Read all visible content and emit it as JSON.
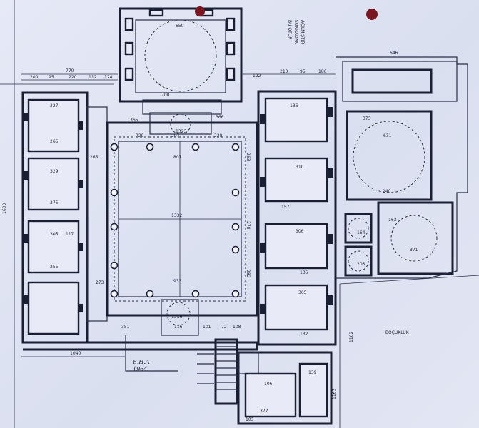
{
  "labels": {
    "note_line1": "BU OTUR",
    "note_line2": "SONRADAN",
    "note_line3": "AÇILMIŞTIR",
    "garden": "BOÇUKLUK",
    "signature_initials": "E.H.A",
    "signature_year": "1964"
  },
  "dimensions": {
    "top_dome_room": "650",
    "top_room_width": "700",
    "upper_band_total": "770",
    "upper_band_a": "200",
    "upper_band_b": "95",
    "upper_band_c": "220",
    "upper_band_d": "112",
    "upper_band_e": "124",
    "right_band_a": "122",
    "right_band_b": "210",
    "right_band_c": "95",
    "right_band_d": "186",
    "courtyard_width": "807",
    "courtyard_span": "1332",
    "courtyard_bottom": "933",
    "portico_top": "229",
    "portico_top_2": "207",
    "portico_top_3": "228",
    "entrance_block": "365",
    "entrance_block_2": "366",
    "entrance_mid": "1323",
    "entrance_fountain": "1386",
    "left_total_height": "1600",
    "left_cell_1": "265",
    "left_cell_2": "329",
    "left_cell_3": "275",
    "left_cell_4": "305",
    "left_cell_5": "255",
    "left_cell_6": "117",
    "left_cell_top": "227",
    "west_gallery": "265",
    "west_gallery_2": "273",
    "right_cell_1": "310",
    "right_cell_2": "157",
    "right_cell_3": "306",
    "right_cell_4": "305",
    "right_cell_5": "136",
    "right_cell_6": "135",
    "right_cell_7": "132",
    "right_side_a": "263",
    "right_side_b": "278",
    "right_side_c": "282",
    "bath_dome_1": "631",
    "bath_dome_2": "371",
    "bath_width": "646",
    "bath_small_1": "164",
    "bath_small_2": "203",
    "bath_top_1": "373",
    "bath_top_2": "240",
    "bath_top_3": "163",
    "bottom_total": "1040",
    "bottom_a": "351",
    "bottom_b": "116",
    "bottom_c": "101",
    "bottom_d": "72",
    "bottom_e": "108",
    "lower_block_1": "372",
    "lower_block_2": "139",
    "lower_block_3": "103",
    "lower_block_4": "106",
    "lower_right_height": "1163",
    "garden_wall": "1162"
  }
}
